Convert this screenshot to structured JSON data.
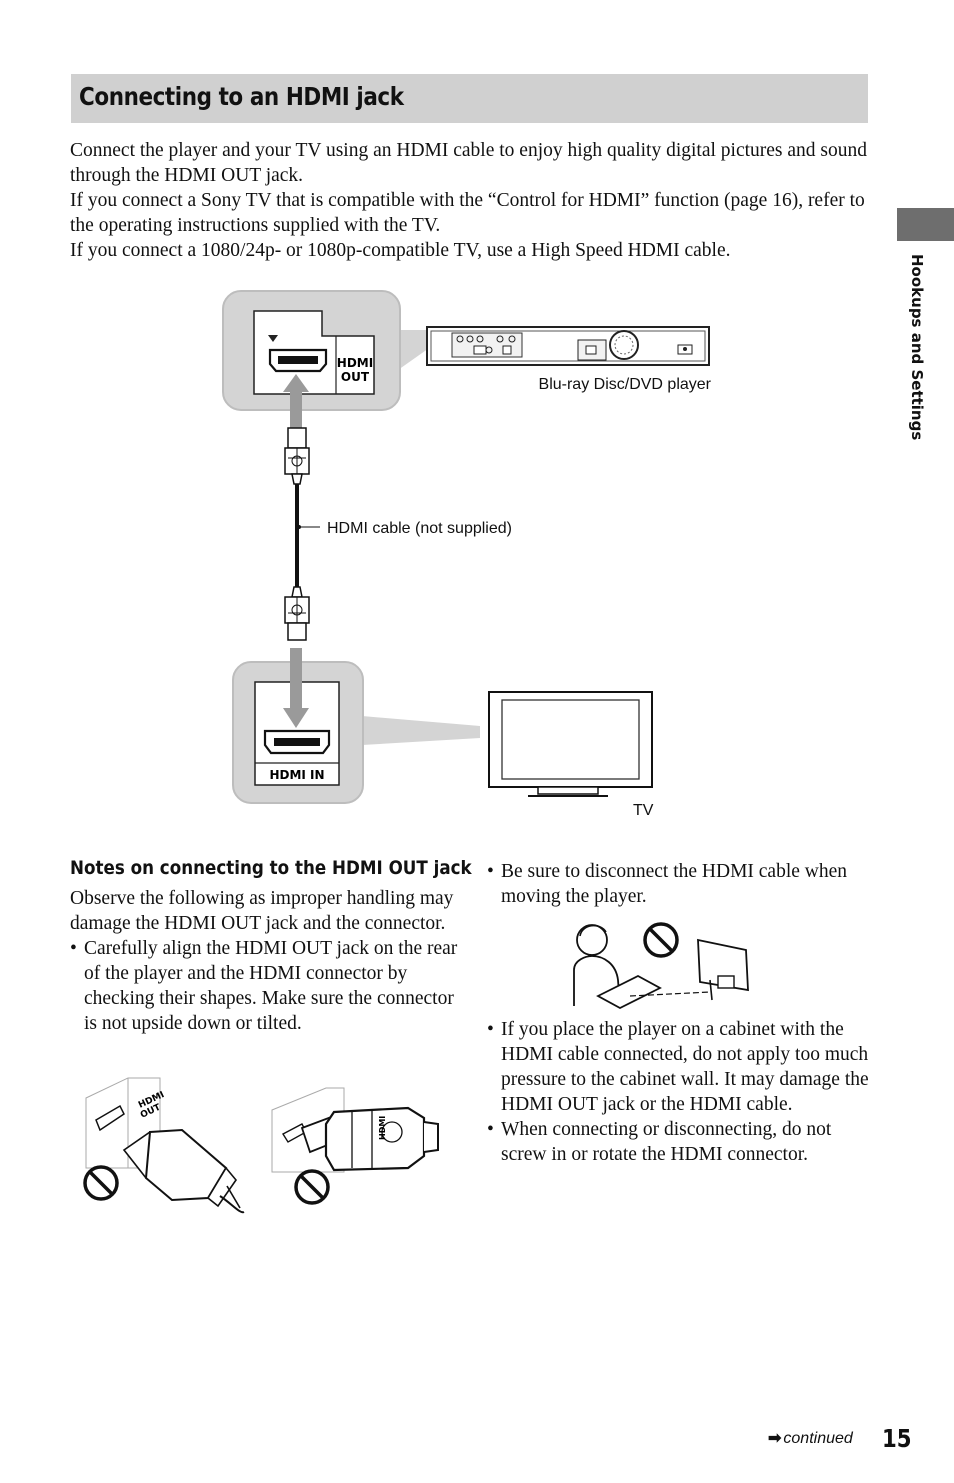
{
  "section": {
    "title": "Connecting to an HDMI jack",
    "tab_label": "Hookups and Settings"
  },
  "intro": {
    "p1": "Connect the player and your TV using an HDMI cable to enjoy high quality digital pictures and sound through the HDMI OUT jack.",
    "p2": "If you connect a Sony TV that is compatible with the “Control for HDMI” function (page 16), refer to the operating instructions supplied with the TV.",
    "p3": "If you connect a 1080/24p- or 1080p-compatible TV, use a High Speed HDMI cable."
  },
  "diagram": {
    "player_label": "Blu-ray Disc/DVD player",
    "cable_label": "HDMI cable (not supplied)",
    "tv_label": "TV",
    "jack_out_line1": "HDMI",
    "jack_out_line2": "OUT",
    "jack_in_label": "HDMI IN",
    "illus_jack_line1": "HDMI",
    "illus_jack_line2": "OUT",
    "illus_plug_logo": "HDMI"
  },
  "notes": {
    "heading": "Notes on connecting to the HDMI OUT jack",
    "intro": "Observe the following as improper handling may damage the HDMI OUT jack and the connector.",
    "bullet_symbol": "•",
    "b1": "Carefully align the HDMI OUT jack on the rear of the player and the HDMI connector by checking their shapes. Make sure the connector is not upside down or tilted.",
    "b2": "Be sure to disconnect the HDMI cable when moving the player.",
    "b3": "If you place the player on a cabinet with the HDMI cable connected, do not apply too much pressure to the cabinet wall. It may damage the HDMI OUT jack or the HDMI cable.",
    "b4": "When connecting or disconnecting, do not screw in or rotate the HDMI connector."
  },
  "footer": {
    "arrow": "➡",
    "continued": "continued",
    "page_number": "15"
  }
}
